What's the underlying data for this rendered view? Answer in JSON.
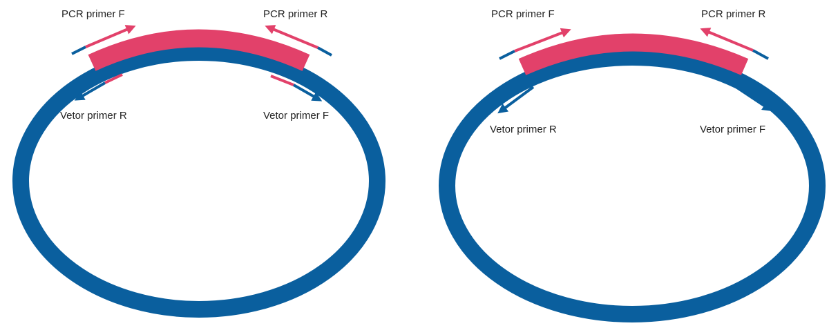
{
  "colors": {
    "vector": "#0a5f9e",
    "insert": "#e2416a",
    "label": "#222222",
    "background": "#ffffff"
  },
  "panels": [
    {
      "labels": {
        "pcr_primer_f": "PCR primer F",
        "pcr_primer_r": "PCR primer R",
        "vector_primer_r": "Vetor primer R",
        "vector_primer_f": "Vetor primer F"
      }
    },
    {
      "labels": {
        "pcr_primer_f": "PCR primer F",
        "pcr_primer_r": "PCR primer R",
        "vector_primer_r": "Vetor primer R",
        "vector_primer_f": "Vetor primer F"
      }
    }
  ]
}
